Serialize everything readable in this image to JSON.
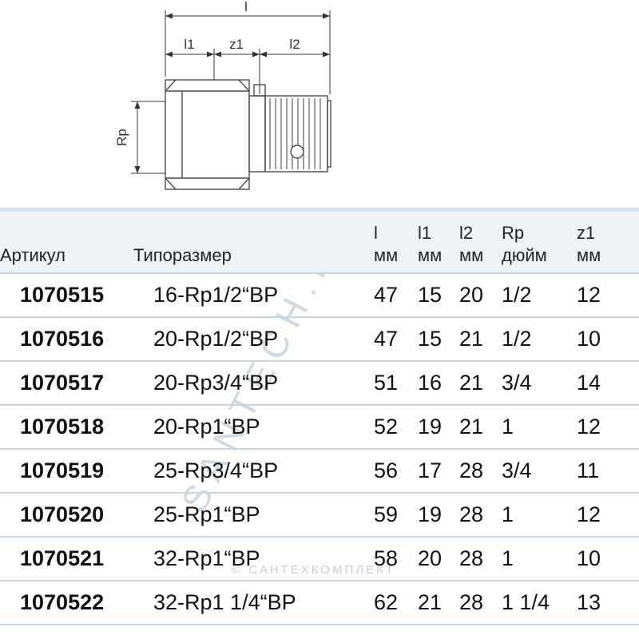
{
  "drawing": {
    "dim_total": "l",
    "dim_l1": "l1",
    "dim_z1": "z1",
    "dim_l2": "l2",
    "dim_rp": "Rp"
  },
  "watermark": {
    "diagonal": "SANTECH.RU",
    "bottom": "© САНТЕХКОМПЛЕКТ"
  },
  "table": {
    "headers": {
      "article": "Артикул",
      "size": "Типоразмер",
      "l": "l",
      "l_unit": "мм",
      "l1": "l1",
      "l1_unit": "мм",
      "l2": "l2",
      "l2_unit": "мм",
      "rp": "Rp",
      "rp_unit": "дюйм",
      "z1": "z1",
      "z1_unit": "мм"
    },
    "rows": [
      {
        "article": "1070515",
        "size": "16-Rp1/2“ВР",
        "l": "47",
        "l1": "15",
        "l2": "20",
        "rp": "1/2",
        "z1": "12"
      },
      {
        "article": "1070516",
        "size": "20-Rp1/2“ВР",
        "l": "47",
        "l1": "15",
        "l2": "21",
        "rp": "1/2",
        "z1": "10"
      },
      {
        "article": "1070517",
        "size": "20-Rp3/4“ВР",
        "l": "51",
        "l1": "16",
        "l2": "21",
        "rp": "3/4",
        "z1": "14"
      },
      {
        "article": "1070518",
        "size": "20-Rp1“ВР",
        "l": "52",
        "l1": "19",
        "l2": "21",
        "rp": "1",
        "z1": "12"
      },
      {
        "article": "1070519",
        "size": "25-Rp3/4“ВР",
        "l": "56",
        "l1": "17",
        "l2": "28",
        "rp": "3/4",
        "z1": "11"
      },
      {
        "article": "1070520",
        "size": "25-Rp1“ВР",
        "l": "59",
        "l1": "19",
        "l2": "28",
        "rp": "1",
        "z1": "12"
      },
      {
        "article": "1070521",
        "size": "32-Rp1“ВР",
        "l": "58",
        "l1": "20",
        "l2": "28",
        "rp": "1",
        "z1": "10"
      },
      {
        "article": "1070522",
        "size": "32-Rp1 1/4“ВР",
        "l": "62",
        "l1": "21",
        "l2": "28",
        "rp": "1 1/4",
        "z1": "13"
      }
    ]
  }
}
